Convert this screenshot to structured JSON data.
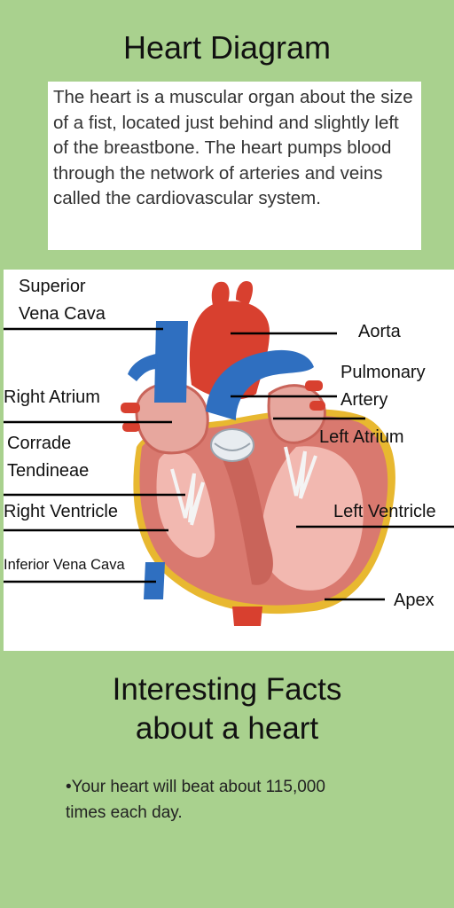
{
  "page": {
    "title": "Heart Diagram",
    "intro": "The heart is a muscular organ about the size of a fist, located just behind and slightly left of the breastbone. The heart pumps blood through the network of arteries and veins called the cardiovascular system.",
    "facts_title_line1": "Interesting Facts",
    "facts_title_line2": "about a heart",
    "fact": "•Your heart will beat about 115,000 times each day."
  },
  "diagram": {
    "labels": {
      "superior_vena_cava_1": "Superior",
      "superior_vena_cava_2": "Vena Cava",
      "aorta": "Aorta",
      "pulmonary_artery_1": "Pulmonary",
      "pulmonary_artery_2": "Artery",
      "right_atrium": "Right Atrium",
      "left_atrium": "Left Atrium",
      "corrade_tendineae_1": "Corrade",
      "corrade_tendineae_2": "Tendineae",
      "right_ventricle": "Right Ventricle",
      "left_ventricle": "Left Ventricle",
      "inferior_vena_cava": "Inferior Vena Cava",
      "apex": "Apex"
    },
    "colors": {
      "vein_blue": "#2f6fc0",
      "artery_red": "#d8402f",
      "myocardium": "#d9796f",
      "chamber_pink": "#f2b8b0",
      "fat_yellow": "#e8b830",
      "valve_white": "#e8ecf0"
    }
  }
}
